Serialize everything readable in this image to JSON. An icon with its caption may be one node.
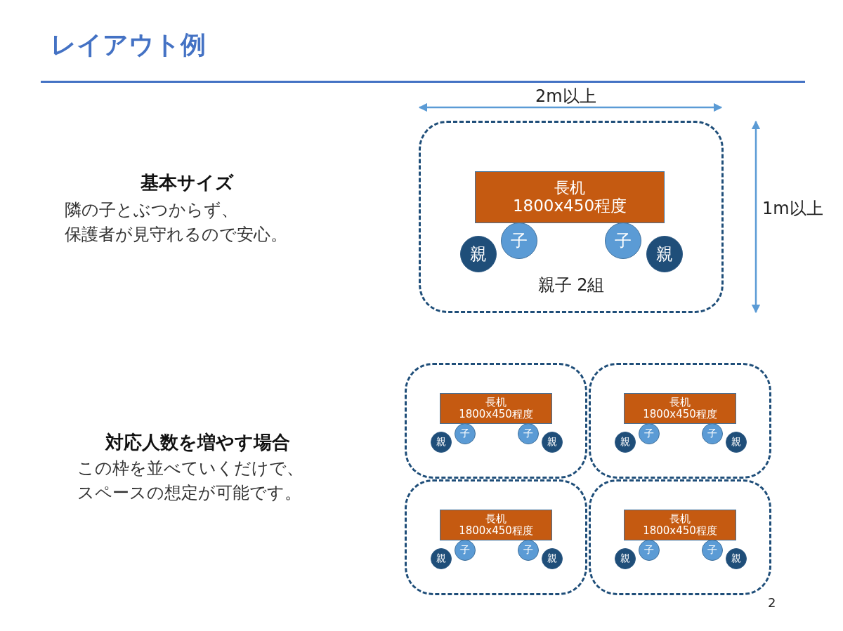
{
  "diagram": {
    "title": "レイアウト例",
    "nodes": [
      {
        "text": [
          "親子 2組"
        ]
      },
      {
        "text": [
          "長机",
          "1800x450程度"
        ],
        "in": 0
      },
      {
        "text": [
          "親"
        ],
        "in": 0
      },
      {
        "text": [
          "子"
        ],
        "in": 0
      },
      {
        "text": [
          "子"
        ],
        "in": 0
      },
      {
        "text": [
          "親"
        ],
        "in": 0
      },
      {
        "text": [],
        "shape": "box"
      },
      {
        "text": [
          "長机",
          "1800x450程度"
        ],
        "in": 6
      },
      {
        "text": [
          "親"
        ],
        "in": 6
      },
      {
        "text": [
          "子"
        ],
        "in": 6
      },
      {
        "text": [
          "子"
        ],
        "in": 6
      },
      {
        "text": [
          "親"
        ],
        "in": 6
      },
      {
        "text": [],
        "shape": "box"
      },
      {
        "text": [
          "長机",
          "1800x450程度"
        ],
        "in": 12
      },
      {
        "text": [
          "親"
        ],
        "in": 12
      },
      {
        "text": [
          "子"
        ],
        "in": 12
      },
      {
        "text": [
          "子"
        ],
        "in": 12
      },
      {
        "text": [
          "親"
        ],
        "in": 12
      },
      {
        "text": [],
        "shape": "box"
      },
      {
        "text": [
          "長机",
          "1800x450程度"
        ],
        "in": 18
      },
      {
        "text": [
          "親"
        ],
        "in": 18
      },
      {
        "text": [
          "子"
        ],
        "in": 18
      },
      {
        "text": [
          "子"
        ],
        "in": 18
      },
      {
        "text": [
          "親"
        ],
        "in": 18
      },
      {
        "text": [],
        "shape": "box"
      },
      {
        "text": [
          "長机",
          "1800x450程度"
        ],
        "in": 24
      },
      {
        "text": [
          "親"
        ],
        "in": 24
      },
      {
        "text": [
          "子"
        ],
        "in": 24
      },
      {
        "text": [
          "子"
        ],
        "in": 24
      },
      {
        "text": [
          "親"
        ],
        "in": 24
      }
    ],
    "labels": [
      "2m以上",
      "基本サイズ",
      "隣の子とぶつからず、保護者が見守れるので安心。",
      "1m以上",
      "対応人数を増やす場合",
      "この枠を並べていくだけで、スペースの想定が可能です。",
      "2"
    ]
  }
}
